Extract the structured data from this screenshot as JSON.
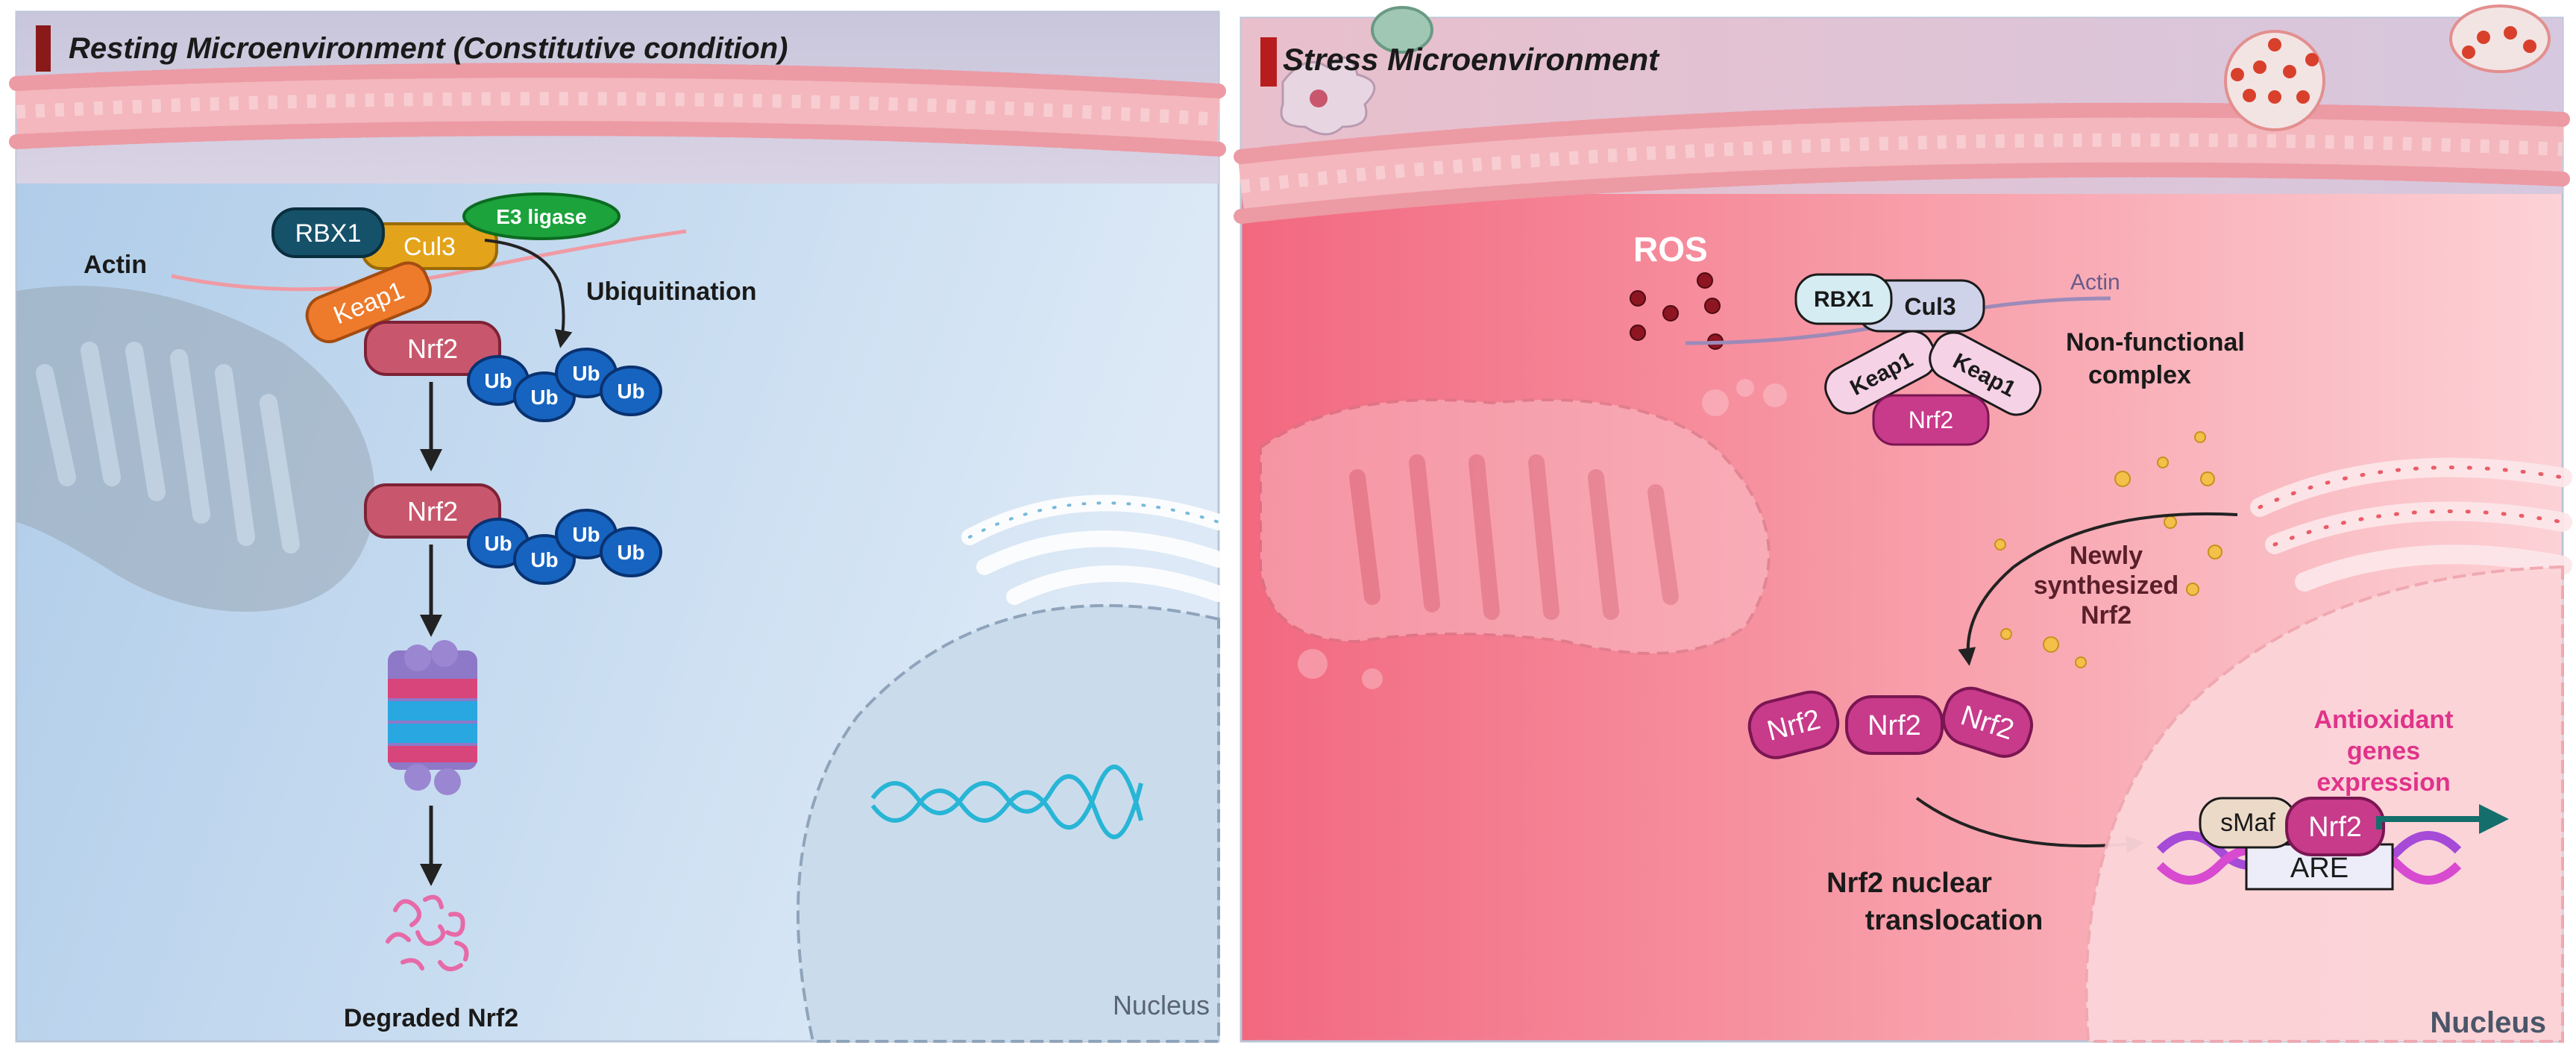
{
  "panels": {
    "resting": {
      "title": "Resting Microenvironment (Constitutive condition)",
      "labels": {
        "actin": "Actin",
        "rbx1": "RBX1",
        "cul3": "Cul3",
        "e3": "E3 ligase",
        "ubiquitination": "Ubiquitination",
        "keap1": "Keap1",
        "nrf2_a": "Nrf2",
        "nrf2_b": "Nrf2",
        "ub": "Ub",
        "degraded": "Degraded Nrf2",
        "nucleus": "Nucleus"
      }
    },
    "stress": {
      "title": "Stress Microenvironment",
      "labels": {
        "ros": "ROS",
        "rbx1": "RBX1",
        "cul3": "Cul3",
        "actin": "Actin",
        "keap1_a": "Keap1",
        "keap1_b": "Keap1",
        "nrf2": "Nrf2",
        "nonfunc_1": "Non-functional",
        "nonfunc_2": "complex",
        "newly_1": "Newly",
        "newly_2": "synthesized",
        "newly_3": "Nrf2",
        "nrf2_1": "Nrf2",
        "nrf2_2": "Nrf2",
        "nrf2_3": "Nrf2",
        "transloc_1": "Nrf2 nuclear",
        "transloc_2": "translocation",
        "antiox_1": "Antioxidant",
        "antiox_2": "genes",
        "antiox_3": "expression",
        "smaf": "sMaf",
        "nrf2_nuc": "Nrf2",
        "are": "ARE",
        "nucleus": "Nucleus"
      }
    }
  },
  "colors": {
    "resting_bg": "#c6ddf1",
    "stress_bg": "#f47a8e",
    "nrf2": "#c8576d",
    "nrf2_stress": "#c83a8a",
    "ub": "#1664c0",
    "cul3": "#e3a31a",
    "rbx1": "#16516a",
    "keap1": "#ee7a2b",
    "e3": "#1ca33c",
    "accent_pink": "#e0338a"
  }
}
